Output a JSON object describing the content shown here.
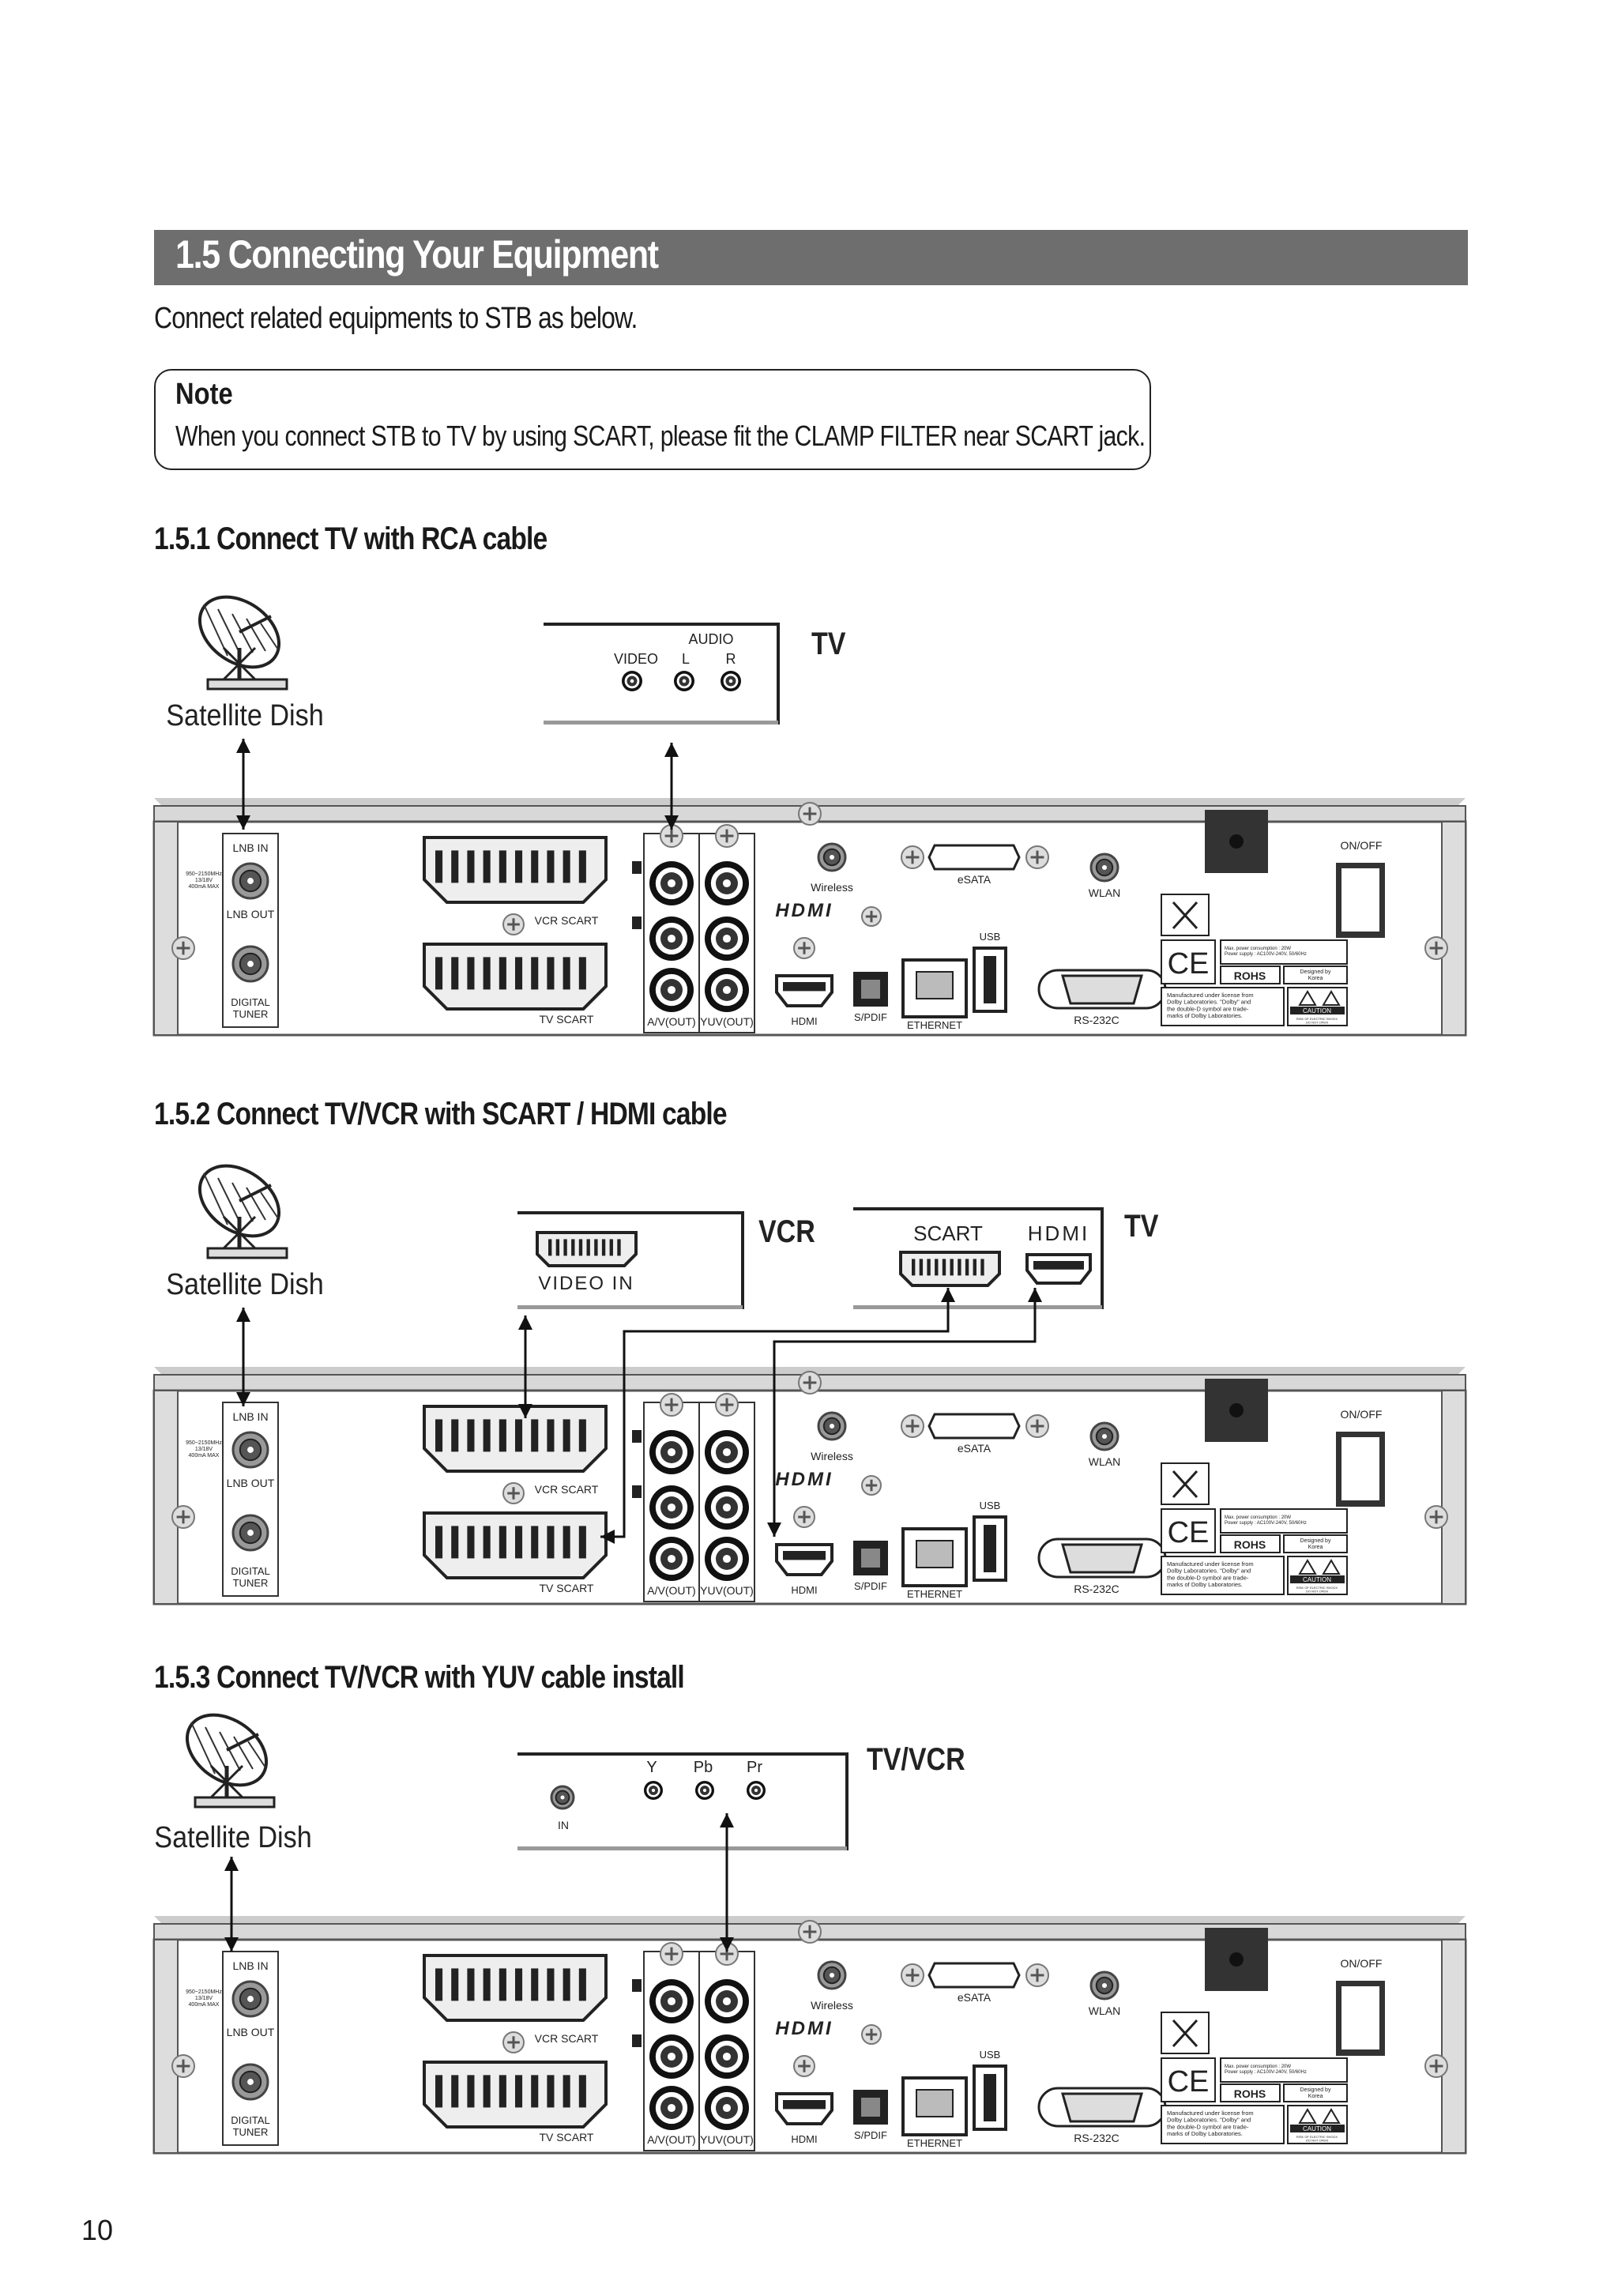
{
  "page": {
    "section_title": "1.5  Connecting Your Equipment",
    "intro": "Connect related equipments to STB as below.",
    "note": {
      "title": "Note",
      "text": "When you connect STB to TV by using SCART, please fit the CLAMP FILTER near SCART jack."
    },
    "page_number": "10"
  },
  "sections": [
    {
      "heading": "1.5.1  Connect TV with RCA cable",
      "dish_label": "Satellite Dish",
      "device_label": "TV",
      "tv_panel": {
        "video": "VIDEO",
        "audio": "AUDIO",
        "left": "L",
        "right": "R"
      }
    },
    {
      "heading": "1.5.2  Connect TV/VCR with SCART / HDMI cable",
      "dish_label": "Satellite Dish",
      "vcr_label": "VCR",
      "tv_label": "TV",
      "vcr_panel": {
        "video_in": "VIDEO IN"
      },
      "tv_panel": {
        "scart": "SCART",
        "hdmi": "HDMI"
      }
    },
    {
      "heading": "1.5.3  Connect TV/VCR with YUV cable install",
      "dish_label": "Satellite Dish",
      "device_label": "TV/VCR",
      "tv_panel": {
        "y": "Y",
        "pb": "Pb",
        "pr": "Pr",
        "in": "IN"
      }
    }
  ],
  "stb_panel": {
    "lnb_in": "LNB IN",
    "lnb_out": "LNB OUT",
    "digital_tuner": "DIGITAL\nTUNER",
    "lnb_spec": "950~2150MHz\n13/18V\n400mA MAX",
    "vcr_scart": "VCR SCART",
    "tv_scart": "TV SCART",
    "av_out": "A/V(OUT)",
    "yuv_out": "YUV(OUT)",
    "wireless": "Wireless",
    "hdmi_logo": "HDMI",
    "hdmi": "HDMI",
    "spdif": "S/PDIF",
    "ethernet": "ETHERNET",
    "usb": "USB",
    "esata": "eSATA",
    "wlan": "WLAN",
    "rs232c": "RS-232C",
    "on_off": "ON/OFF",
    "ce": "CE",
    "rohs": "ROHS",
    "designed": "Designed by\nKorea",
    "power": "Max. power consumption : 20W\nPower supply : AC100V-240V, 50/60Hz",
    "dolby": "Manufactured under license from\nDolby Laboratories. \"Dolby\" and\nthe double-D symbol are trade-\nmarks of Dolby Laboratories.",
    "caution": "CAUTION",
    "caution_small": "RISK OF ELECTRIC SHOCK\nDO NOT OPEN"
  }
}
